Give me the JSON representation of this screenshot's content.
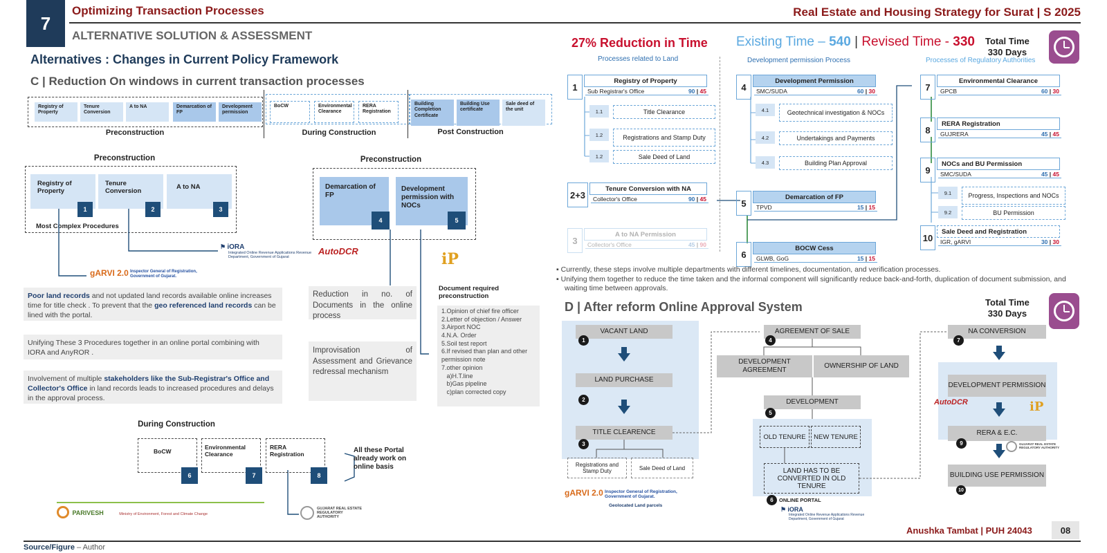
{
  "header": {
    "slide_num": "7",
    "title": "Optimizing Transaction Processes",
    "subtitle": "ALTERNATIVE SOLUTION & ASSESSMENT",
    "doc_title": "Real Estate and Housing Strategy for Surat | S 2025"
  },
  "left": {
    "heading": "Alternatives : Changes in Current Policy Framework",
    "section_c": "C | Reduction On windows in current transaction processes",
    "strip": [
      "Registry of Property",
      "Tenure Conversion",
      "A to NA",
      "Demarcation of FP",
      "Development permission",
      "BoCW",
      "Environmental Clearance",
      "RERA Registration",
      "Building Completion Certificate",
      "Building Use certificate",
      "Sale deed of the unit"
    ],
    "strip_groups": [
      "Preconstruction",
      "During Construction",
      "Post Construction"
    ],
    "pre1": {
      "title": "Preconstruction",
      "items": [
        "Registry of Property",
        "Tenure Conversion",
        "A to NA"
      ],
      "nums": [
        "1",
        "2",
        "3"
      ],
      "note": "Most Complex Procedures"
    },
    "pre2": {
      "title": "Preconstruction",
      "items": [
        "Demarcation of FP",
        "Development permission with NOCs"
      ],
      "nums": [
        "4",
        "5"
      ]
    },
    "logos": {
      "iora": "iORA",
      "iora_sub": "Integrated Online Revenue Applications Revenue Department, Government of Gujarat",
      "garvi": "gARVI 2.0",
      "garvi_sub": "Inspector General of Registration, Government of Gujarat.",
      "autodcr": "AutoDCR",
      "ip": "iP"
    },
    "texts": {
      "t1a": "Poor land records",
      "t1b": " and not updated land records available online increases time for title check . To prevent that the ",
      "t1c": "geo referenced land records",
      "t1d": " can be lined with the portal.",
      "t2": "Unifying These 3 Procedures together in an online portal combining with IORA and AnyROR .",
      "t3a": "Involvement of multiple ",
      "t3b": "stakeholders like the Sub-Registrar's Office and Collector's Office",
      "t3c": " in land records leads to increased procedures and delays in the approval process.",
      "t4": "Reduction in no. of Documents in the online process",
      "t5": "Improvisation of Assessment and Grievance redressal mechanism"
    },
    "docs": {
      "title": "Document required preconstruction",
      "items": [
        "1.Opinion of chief fire officer",
        "2.Letter of objection / Answer",
        "3.Airport NOC",
        "4.N.A. Order",
        "5.Soil test report",
        "6.If revised than plan and other permission note",
        "7.other opinion",
        "   a)H.T.line",
        "   b)Gas pipeline",
        "   c)plan corrected copy"
      ]
    },
    "during": {
      "title": "During Construction",
      "items": [
        "BoCW",
        "Environmental Clearance",
        "RERA Registration"
      ],
      "nums": [
        "6",
        "7",
        "8"
      ],
      "note": "All these Portal already work on online basis"
    },
    "bottom_logos": {
      "parivesh": "PARIVESH",
      "parivesh_sub": "Ministry of Environment, Forest and Climate Change",
      "gujrera": "GUJARAT REAL ESTATE REGULATORY AUTHORITY"
    }
  },
  "right": {
    "reduction": "27% Reduction in Time",
    "existing_label": "Existing Time – ",
    "existing_val": "540",
    "revised_label": "Revised Time - ",
    "revised_val": "330",
    "total_time": "Total Time",
    "total_days": "330 Days",
    "cols": [
      "Processes related to Land",
      "Development permission Process",
      "Processes of Regulatory Authorities"
    ],
    "procs": [
      {
        "n": "1",
        "title": "Registry of Property",
        "office": "Sub Registrar's Office",
        "a": "90",
        "b": "45"
      },
      {
        "n": "2+3",
        "title": "Tenure Conversion with NA",
        "office": "Collector's Office",
        "a": "90",
        "b": "45"
      },
      {
        "n": "3",
        "title": "A to NA Permission",
        "office": "Collector's Office",
        "a": "45",
        "b": "90"
      },
      {
        "n": "4",
        "title": "Development Permission",
        "office": "SMC/SUDA",
        "a": "60",
        "b": "30"
      },
      {
        "n": "5",
        "title": "Demarcation of FP",
        "office": "TPVD",
        "a": "15",
        "b": "15"
      },
      {
        "n": "6",
        "title": "BOCW Cess",
        "office": "GLWB, GoG",
        "a": "15",
        "b": "15"
      },
      {
        "n": "7",
        "title": "Environmental Clearance",
        "office": "GPCB",
        "a": "60",
        "b": "30"
      },
      {
        "n": "8",
        "title": "RERA Registration",
        "office": "GUJRERA",
        "a": "45",
        "b": "45"
      },
      {
        "n": "9",
        "title": "NOCs and BU Permission",
        "office": "SMC/SUDA",
        "a": "45",
        "b": "45"
      },
      {
        "n": "10",
        "title": "Sale Deed and Registration",
        "office": "IGR, gARVI",
        "a": "30",
        "b": "30"
      }
    ],
    "subs1": [
      {
        "n": "1.1",
        "t": "Title Clearance"
      },
      {
        "n": "1.2",
        "t": "Registrations and Stamp Duty"
      },
      {
        "n": "1.2",
        "t": "Sale Deed of Land"
      }
    ],
    "subs4": [
      {
        "n": "4.1",
        "t": "Geotechnical investigation & NOCs"
      },
      {
        "n": "4.2",
        "t": "Undertakings and Payments"
      },
      {
        "n": "4.3",
        "t": "Building Plan Approval"
      }
    ],
    "subs9": [
      {
        "n": "9.1",
        "t": "Progress, Inspections and NOCs"
      },
      {
        "n": "9.2",
        "t": "BU Permission"
      }
    ],
    "bullets": [
      "Currently, these steps involve multiple departments with different timelines, documentation, and verification processes.",
      "Unifying them together to reduce the time taken and the informal component will significantly reduce back-and-forth, duplication of document submission, and waiting time between approvals."
    ],
    "section_d": "D | After reform Online Approval System",
    "flow": {
      "vacant": "VACANT LAND",
      "purchase": "LAND PURCHASE",
      "title": "TITLE CLEARENCE",
      "reg": "Registrations and Stamp Duty",
      "sale": "Sale Deed of Land",
      "agreement": "AGREEMENT OF SALE",
      "dev_agr": "DEVELOPMENT AGREEMENT",
      "own": "OWNERSHIP OF LAND",
      "dev": "DEVELOPMENT",
      "old": "OLD TENURE",
      "new": "NEW TENURE",
      "convert": "LAND HAS TO BE CONVERTED IN OLD TENURE",
      "portal": "ONLINE PORTAL",
      "na": "NA CONVERSION",
      "devperm": "DEVELOPMENT PERMISSION",
      "rera": "RERA & E.C.",
      "bu": "BUILDING USE PERMISSION",
      "nums": [
        "1",
        "2",
        "3",
        "4",
        "5",
        "6",
        "7",
        "9",
        "10"
      ],
      "geo": "Geolocated Land parcels"
    }
  },
  "footer": {
    "author": "Anushka Tambat | PUH 24043",
    "page": "08",
    "source_label": "Source/Figure",
    "source_val": " –  Author"
  }
}
